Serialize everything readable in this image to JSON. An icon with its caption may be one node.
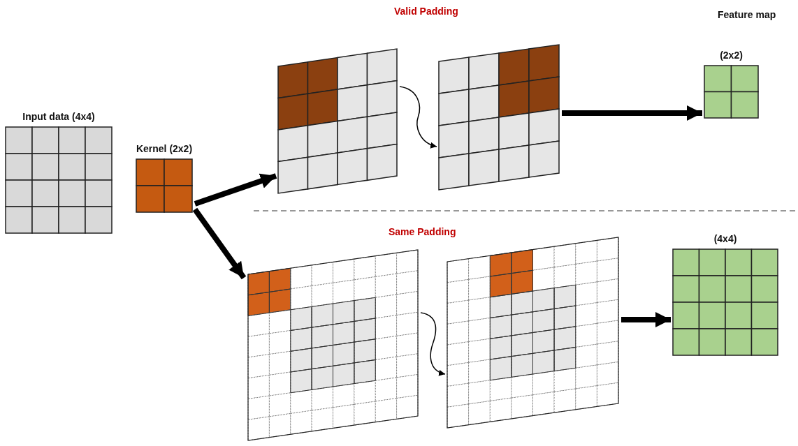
{
  "diagram": {
    "nodes": [
      {
        "text": [
          "Input data (4x4)"
        ]
      },
      {
        "text": [
          "Kernel (2x2)"
        ]
      },
      {
        "text": [],
        "shape": "grid"
      },
      {
        "text": [],
        "shape": "grid"
      },
      {
        "text": [
          "(2x2)"
        ]
      },
      {
        "text": [],
        "shape": "grid"
      },
      {
        "text": [],
        "shape": "grid"
      },
      {
        "text": [
          "(4x4)"
        ]
      }
    ],
    "edges": [
      {
        "from": 1,
        "to": 2,
        "arrow": "to"
      },
      {
        "from": 1,
        "to": 5,
        "arrow": "to"
      },
      {
        "from": 2,
        "to": 3,
        "arrow": "to"
      },
      {
        "from": 3,
        "to": 4,
        "arrow": "to"
      },
      {
        "from": 5,
        "to": 6,
        "arrow": "to"
      },
      {
        "from": 6,
        "to": 7,
        "arrow": "to"
      }
    ],
    "labels": [
      "Valid Padding",
      "Feature map",
      "Same Padding"
    ]
  }
}
